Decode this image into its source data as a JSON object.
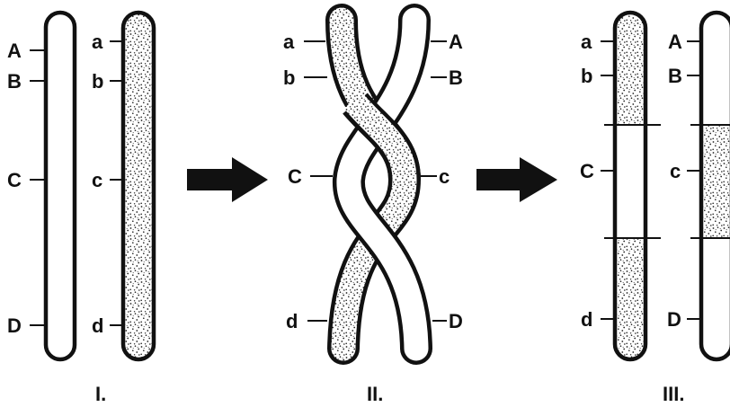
{
  "colors": {
    "ink": "#111111",
    "paper": "#ffffff",
    "speckle": "#222222"
  },
  "panel1": {
    "label": "I.",
    "left_loci": [
      "A",
      "B",
      "C",
      "D"
    ],
    "right_loci": [
      "a",
      "b",
      "c",
      "d"
    ]
  },
  "panel2": {
    "label": "II.",
    "left_loci": [
      "a",
      "b",
      "C",
      "d"
    ],
    "right_loci": [
      "A",
      "B",
      "c",
      "D"
    ]
  },
  "panel3": {
    "label": "III.",
    "left_loci": [
      "a",
      "b",
      "C",
      "d"
    ],
    "right_loci": [
      "A",
      "B",
      "c",
      "D"
    ]
  }
}
